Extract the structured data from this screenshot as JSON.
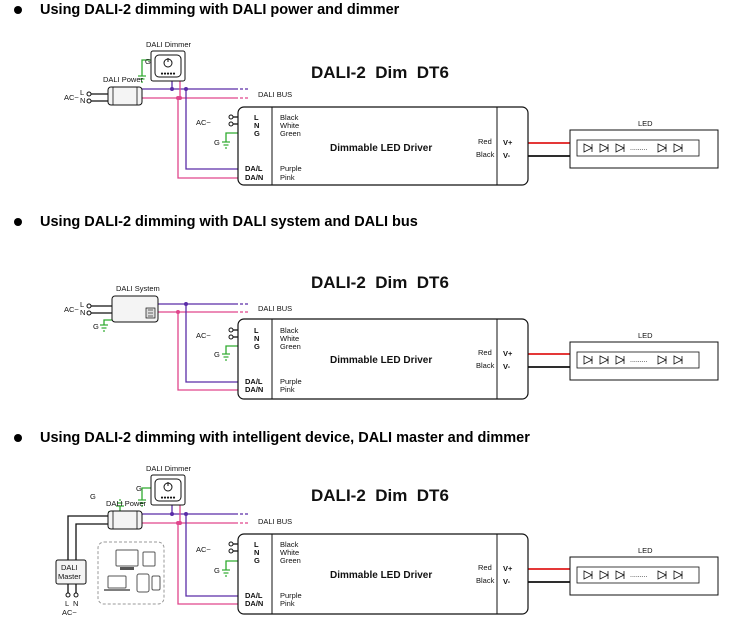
{
  "colors": {
    "purple": "#5a2ca8",
    "pink": "#e0468c",
    "green": "#2eaa2e",
    "red": "#e01b1b",
    "black": "#111111"
  },
  "sections": [
    {
      "heading": "Using DALI-2 dimming with DALI power and dimmer",
      "model": "DALI-2  Dim  DT6",
      "driver_title": "Dimmable LED Driver",
      "dimmer_label": "DALI Dimmer",
      "power_label": "DALI Power",
      "bus_label": "DALI  BUS",
      "ac_label": "AC~",
      "pin_l": "L",
      "pin_n": "N",
      "pin_g": "G",
      "driver_ac_label": "AC~",
      "in_l": "L",
      "in_n": "N",
      "in_g": "G",
      "wire_black": "Black",
      "wire_white": "White",
      "wire_green": "Green",
      "g_label": "G",
      "da_l": "DA/L",
      "da_n": "DA/N",
      "wire_purple": "Purple",
      "wire_pink": "Pink",
      "out_red": "Red",
      "out_black": "Black",
      "v_plus": "V+",
      "v_minus": "V-",
      "led_label": "LED"
    },
    {
      "heading": "Using DALI-2 dimming with DALI system and DALI bus",
      "model": "DALI-2  Dim  DT6",
      "driver_title": "Dimmable LED Driver",
      "system_label": "DALI System",
      "bus_label": "DALI  BUS",
      "ac_label": "AC~",
      "pin_l": "L",
      "pin_n": "N",
      "pin_g": "G",
      "driver_ac_label": "AC~",
      "in_l": "L",
      "in_n": "N",
      "in_g": "G",
      "wire_black": "Black",
      "wire_white": "White",
      "wire_green": "Green",
      "g_label": "G",
      "da_l": "DA/L",
      "da_n": "DA/N",
      "wire_purple": "Purple",
      "wire_pink": "Pink",
      "out_red": "Red",
      "out_black": "Black",
      "v_plus": "V+",
      "v_minus": "V-",
      "led_label": "LED"
    },
    {
      "heading": "Using DALI-2 dimming with intelligent device, DALI master and dimmer",
      "model": "DALI-2  Dim  DT6",
      "driver_title": "Dimmable LED Driver",
      "dimmer_label": "DALI Dimmer",
      "power_label": "DALI Power",
      "master_label_1": "DALI",
      "master_label_2": "Master",
      "bus_label": "DALI  BUS",
      "ac_label": "AC~",
      "pin_l": "L",
      "pin_n": "N",
      "dimmer_g": "G",
      "power_g": "G",
      "driver_ac_label": "AC~",
      "in_l": "L",
      "in_n": "N",
      "in_g": "G",
      "wire_black": "Black",
      "wire_white": "White",
      "wire_green": "Green",
      "g_label": "G",
      "da_l": "DA/L",
      "da_n": "DA/N",
      "wire_purple": "Purple",
      "wire_pink": "Pink",
      "out_red": "Red",
      "out_black": "Black",
      "v_plus": "V+",
      "v_minus": "V-",
      "led_label": "LED"
    }
  ]
}
